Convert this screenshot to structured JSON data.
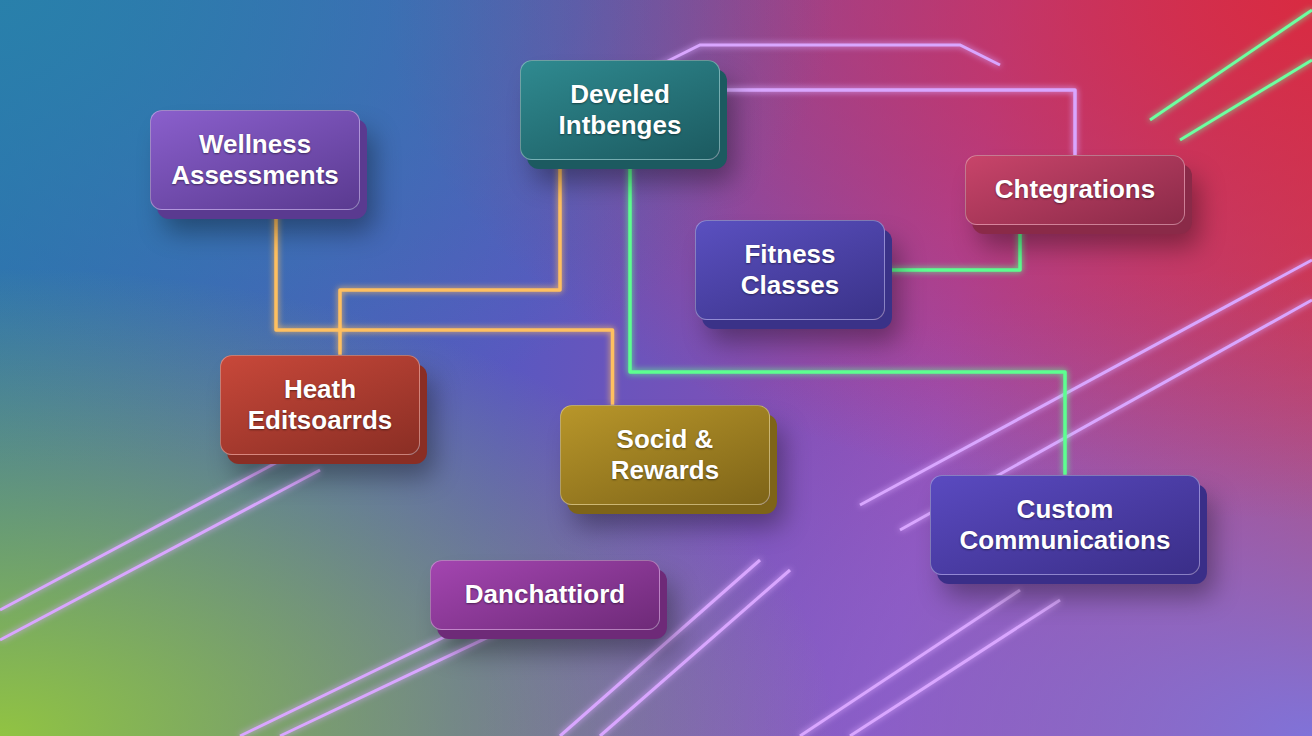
{
  "diagram": {
    "nodes": [
      {
        "text": [
          "Wellness Assessments"
        ]
      },
      {
        "text": [
          "Develed Intbenges"
        ]
      },
      {
        "text": [
          "Chtegrations"
        ]
      },
      {
        "text": [
          "Fitness Classes"
        ]
      },
      {
        "text": [
          "Heath Editsoarrds"
        ]
      },
      {
        "text": [
          "Socid & Rewards"
        ]
      },
      {
        "text": [
          "Custom Communications"
        ]
      },
      {
        "text": [
          "Danchattiord"
        ]
      }
    ],
    "edges": [
      {
        "from": 0,
        "to": 5,
        "arrow": "none"
      },
      {
        "from": 1,
        "to": 4,
        "arrow": "none"
      },
      {
        "from": 1,
        "to": 6,
        "arrow": "none"
      },
      {
        "from": 1,
        "to": 2,
        "arrow": "none"
      },
      {
        "from": 2,
        "to": 3,
        "arrow": "none"
      }
    ]
  }
}
